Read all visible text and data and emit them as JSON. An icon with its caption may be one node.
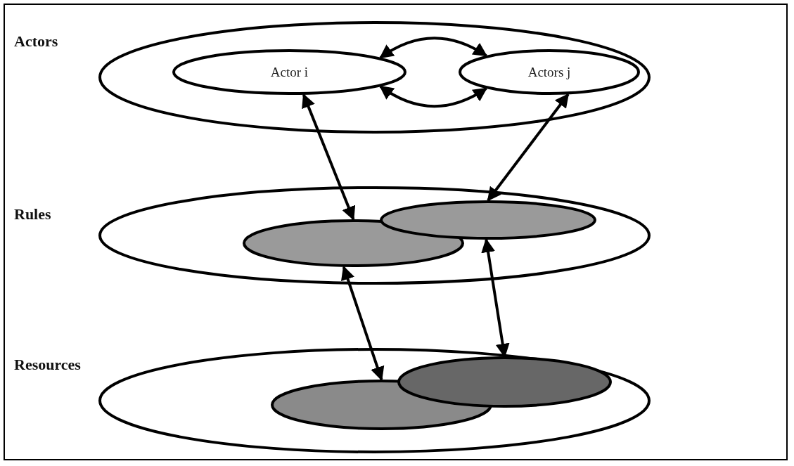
{
  "diagram": {
    "nodes": [
      {
        "text": [
          "Actors"
        ]
      },
      {
        "text": [
          "Actor i"
        ],
        "in": 0
      },
      {
        "text": [
          "Actors j"
        ],
        "in": 0
      },
      {
        "text": [
          "Rules"
        ]
      },
      {
        "text": [],
        "shape": "ellipse",
        "in": 3
      },
      {
        "text": [],
        "shape": "ellipse",
        "in": 3
      },
      {
        "text": [
          "Resources"
        ]
      },
      {
        "text": [],
        "shape": "ellipse",
        "in": 6
      },
      {
        "text": [],
        "shape": "ellipse",
        "in": 6
      }
    ],
    "edges": [
      {
        "from": 1,
        "to": 2,
        "arrow": "both"
      },
      {
        "from": 1,
        "to": 2,
        "arrow": "both"
      },
      {
        "from": 1,
        "to": 4,
        "arrow": "both"
      },
      {
        "from": 2,
        "to": 5,
        "arrow": "both"
      },
      {
        "from": 4,
        "to": 7,
        "arrow": "both"
      },
      {
        "from": 5,
        "to": 8,
        "arrow": "both"
      }
    ]
  }
}
